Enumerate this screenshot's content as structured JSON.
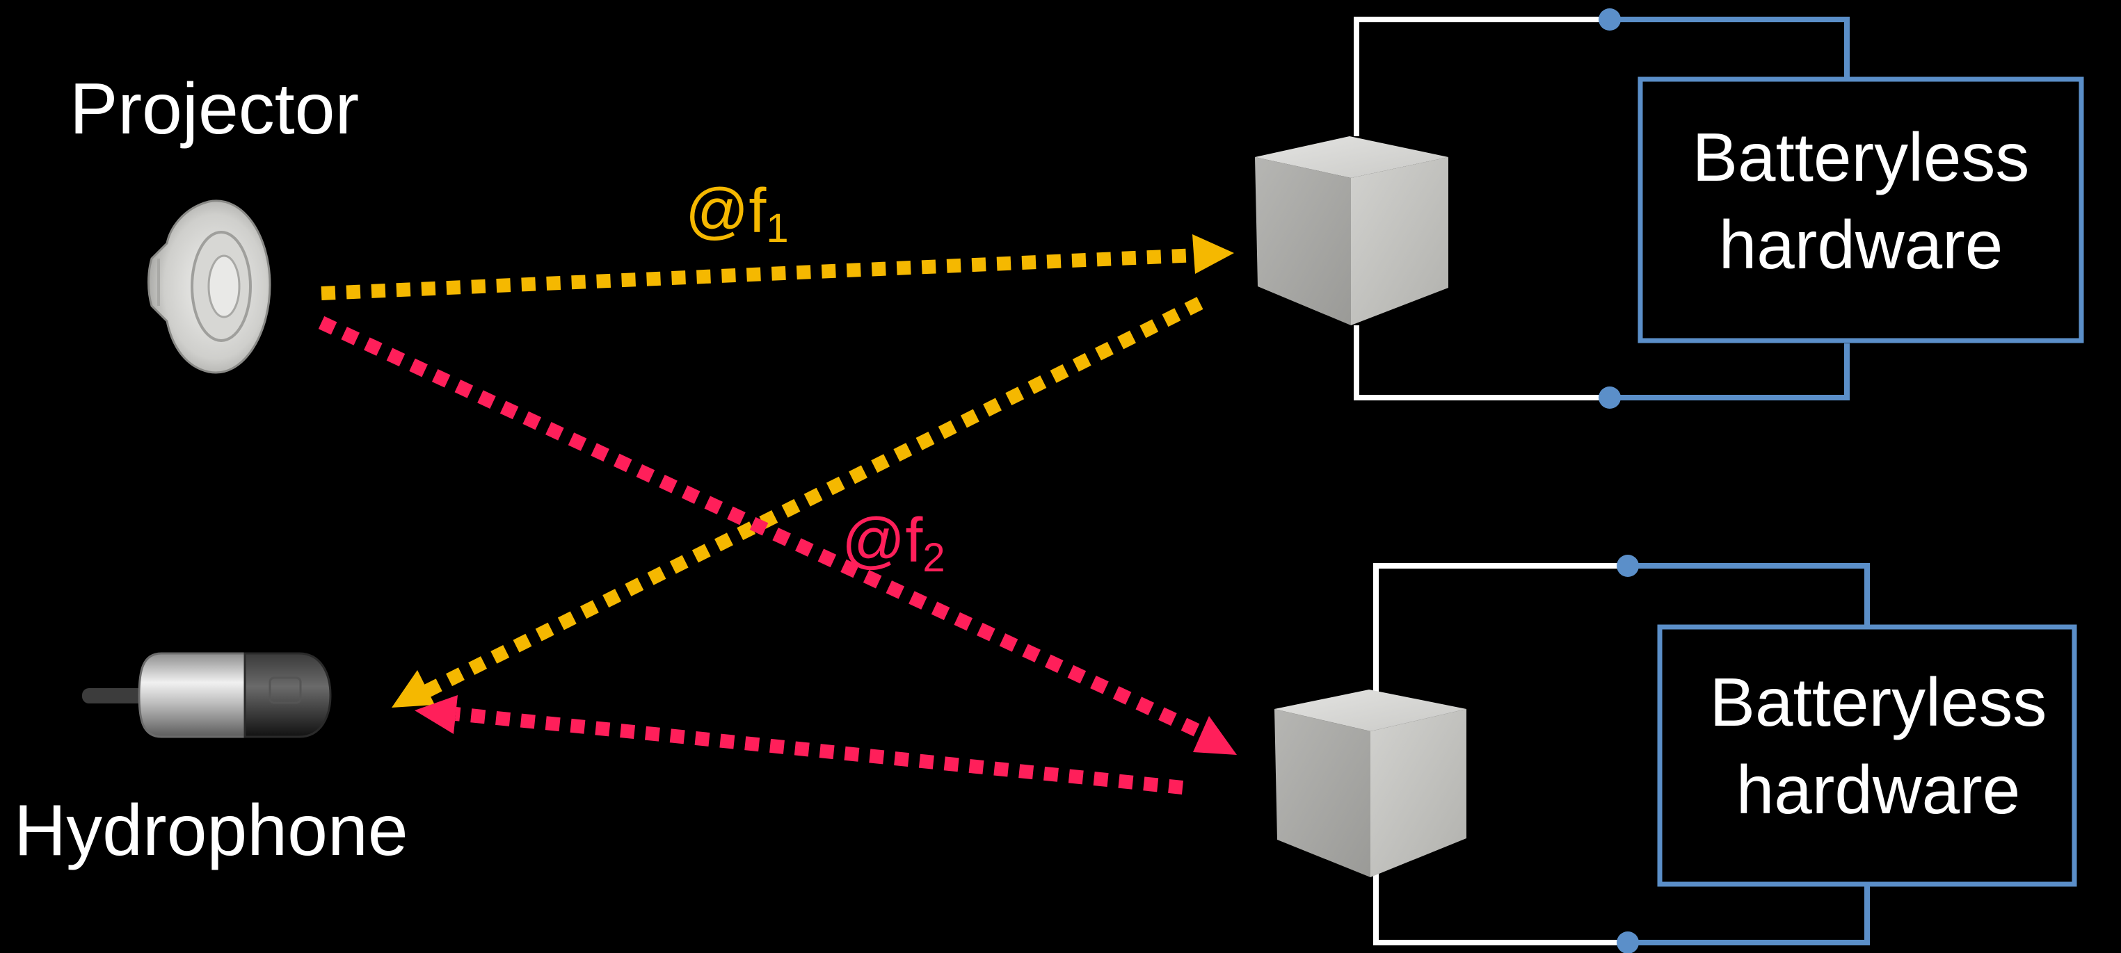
{
  "labels": {
    "projector": "Projector",
    "hydrophone": "Hydrophone"
  },
  "signals": {
    "f1": {
      "prefix": "@f",
      "subscript": "1",
      "color": "#F5B800"
    },
    "f2": {
      "prefix": "@f",
      "subscript": "2",
      "color": "#FF1F5A"
    }
  },
  "nodes": [
    {
      "hardware_line1": "Batteryless",
      "hardware_line2": "hardware"
    },
    {
      "hardware_line1": "Batteryless",
      "hardware_line2": "hardware"
    }
  ],
  "colors": {
    "background": "#000000",
    "wire_white": "#ffffff",
    "wire_blue": "#5B8FC9",
    "hardware_box_border": "#5B8FC9"
  },
  "icons": [
    "speaker-icon",
    "hydrophone-icon",
    "transducer-cube-icon"
  ]
}
